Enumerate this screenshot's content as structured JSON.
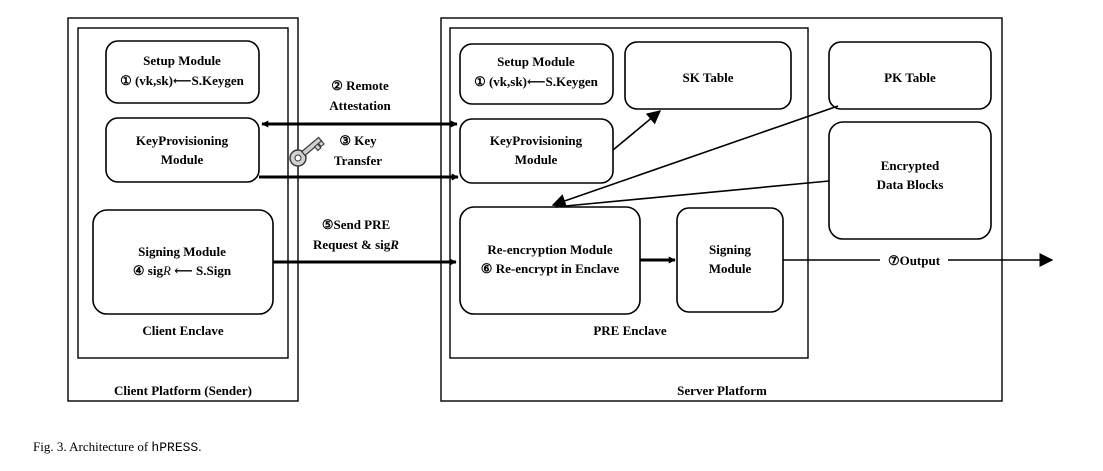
{
  "client_platform": {
    "label": "Client Platform (Sender)",
    "enclave_label": "Client Enclave",
    "setup_module": {
      "title": "Setup Module",
      "step": "① (vk,sk)⟵S.Keygen"
    },
    "keyprov_module": {
      "line1": "KeyProvisioning",
      "line2": "Module"
    },
    "signing_module": {
      "line1": "Signing Module",
      "step_prefix": "④ sig",
      "step_var": "R",
      "step_suffix": " ⟵ S.Sign"
    }
  },
  "server_platform": {
    "label": "Server Platform",
    "enclave_label": "PRE Enclave",
    "setup_module": {
      "title": "Setup Module",
      "step": "① (vk,sk)⟵S.Keygen"
    },
    "sk_table": "SK Table",
    "pk_table": "PK Table",
    "encrypted_blocks": {
      "line1": "Encrypted",
      "line2": "Data Blocks"
    },
    "keyprov_module": {
      "line1": "KeyProvisioning",
      "line2": "Module"
    },
    "reenc_module": {
      "line1": "Re-encryption Module",
      "line2": "⑥ Re-encrypt in Enclave"
    },
    "signing_module": {
      "line1": "Signing",
      "line2": "Module"
    }
  },
  "flows": {
    "remote_attestation": {
      "line1": "② Remote",
      "line2": "Attestation"
    },
    "key_transfer": {
      "line1": "③ Key",
      "line2": "Transfer"
    },
    "send_pre": {
      "line1": "⑤Send PRE",
      "line2_prefix": "Request & sig",
      "line2_var": "R"
    },
    "output": "⑦Output"
  },
  "caption": {
    "prefix": "Fig. 3.   Architecture of ",
    "name": "hPRESS",
    "suffix": "."
  },
  "icons": {
    "key": "key-icon"
  }
}
